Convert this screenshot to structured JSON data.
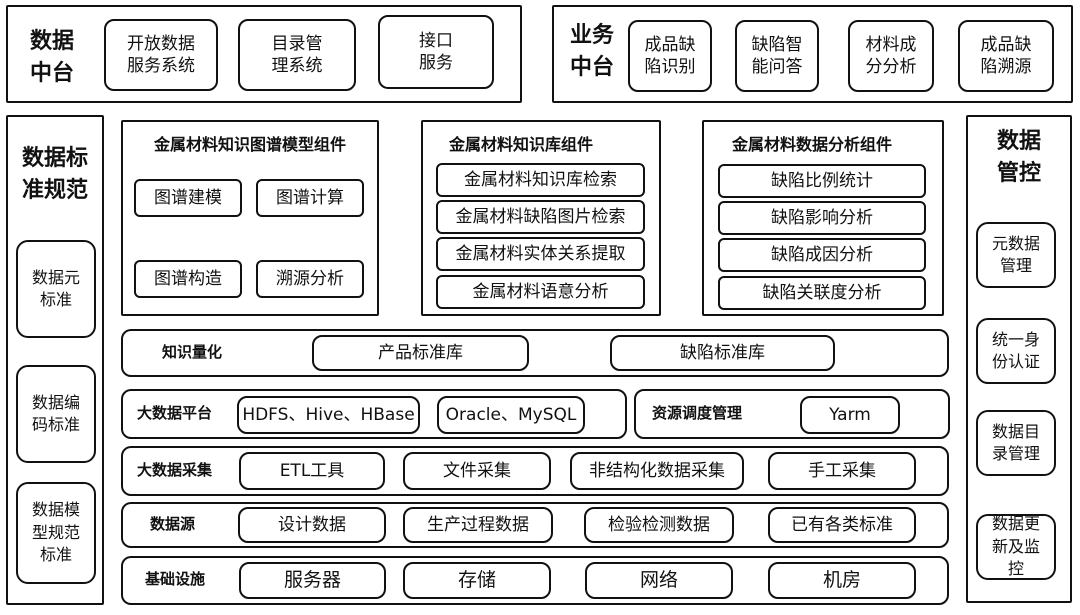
{
  "data_platform": {
    "title_l1": "数据",
    "title_l2": "中台",
    "items": [
      {
        "l1": "开放数据",
        "l2": "服务系统"
      },
      {
        "l1": "目录管",
        "l2": "理系统"
      },
      {
        "l1": "接口",
        "l2": "服务"
      }
    ]
  },
  "business_platform": {
    "title_l1": "业务",
    "title_l2": "中台",
    "items": [
      {
        "l1": "成品缺",
        "l2": "陷识别"
      },
      {
        "l1": "缺陷智",
        "l2": "能问答"
      },
      {
        "l1": "材料成",
        "l2": "分分析"
      },
      {
        "l1": "成品缺",
        "l2": "陷溯源"
      }
    ]
  },
  "standards": {
    "title_l1": "数据标",
    "title_l2": "准规范",
    "items": [
      {
        "l1": "数据元",
        "l2": "标准",
        "l3": ""
      },
      {
        "l1": "数据编",
        "l2": "码标准",
        "l3": ""
      },
      {
        "l1": "数据模",
        "l2": "型规范",
        "l3": "标准"
      }
    ]
  },
  "governance": {
    "title_l1": "数据",
    "title_l2": "管控",
    "items": [
      {
        "l1": "元数据",
        "l2": "管理",
        "l3": ""
      },
      {
        "l1": "统一身",
        "l2": "份认证",
        "l3": ""
      },
      {
        "l1": "数据目",
        "l2": "录管理",
        "l3": ""
      },
      {
        "l1": "数据更",
        "l2": "新及监",
        "l3": "控"
      }
    ]
  },
  "kg_component": {
    "title": "金属材料知识图谱模型组件",
    "items": [
      "图谱建模",
      "图谱计算",
      "图谱构造",
      "溯源分析"
    ]
  },
  "kb_component": {
    "title": "金属材料知识库组件",
    "items": [
      "金属材料知识库检索",
      "金属材料缺陷图片检索",
      "金属材料实体关系提取",
      "金属材料语意分析"
    ]
  },
  "analysis_component": {
    "title": "金属材料数据分析组件",
    "items": [
      "缺陷比例统计",
      "缺陷影响分析",
      "缺陷成因分析",
      "缺陷关联度分析"
    ]
  },
  "knowledge_quant": {
    "label": "知识量化",
    "items": [
      "产品标准库",
      "缺陷标准库"
    ]
  },
  "bigdata_platform": {
    "label": "大数据平台",
    "items": [
      "HDFS、Hive、HBase",
      "Oracle、MySQL"
    ],
    "sched_label": "资源调度管理",
    "sched_item": "Yarm"
  },
  "bigdata_collect": {
    "label": "大数据采集",
    "items": [
      "ETL工具",
      "文件采集",
      "非结构化数据采集",
      "手工采集"
    ]
  },
  "data_source": {
    "label": "数据源",
    "items": [
      "设计数据",
      "生产过程数据",
      "检验检测数据",
      "已有各类标准"
    ]
  },
  "infrastructure": {
    "label": "基础设施",
    "items": [
      "服务器",
      "存储",
      "网络",
      "机房"
    ]
  }
}
